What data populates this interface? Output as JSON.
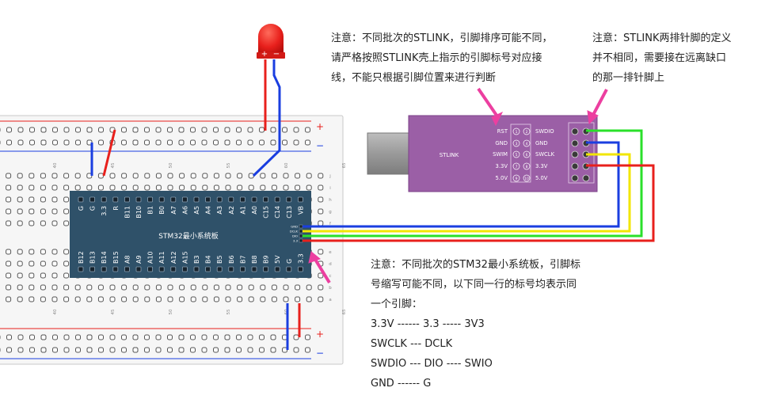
{
  "notes": {
    "top_left": [
      "注意：不同批次的STLINK，引脚排序可能不同，",
      "请严格按照STLINK壳上指示的引脚标号对应接",
      "线，不能只根据引脚位置来进行判断"
    ],
    "top_right": [
      "注意：STLINK两排针脚的定义",
      "并不相同，需要接在远离缺口",
      "的那一排针脚上"
    ],
    "bottom": [
      "注意：不同批次的STM32最小系统板，引脚标",
      "号缩写可能不同，以下同一行的标号均表示同",
      "一个引脚：",
      "3.3V ------ 3.3 ----- 3V3",
      "SWCLK --- DCLK",
      "SWDIO --- DIO ---- SWIO",
      "GND ------ G"
    ]
  },
  "led": {
    "plus": "+",
    "minus": "−"
  },
  "breadboard": {
    "rail_plus": "+",
    "rail_minus": "−",
    "col_numbers": [
      "40",
      "45",
      "50",
      "55",
      "60",
      "65"
    ],
    "row_letters": [
      "j",
      "i",
      "h",
      "g",
      "f",
      "e",
      "d",
      "c",
      "b",
      "a"
    ]
  },
  "stm32": {
    "title": "STM32最小系统板",
    "top_pins": [
      "G",
      "G",
      "3.3",
      "R",
      "B11",
      "B10",
      "B1",
      "B0",
      "A7",
      "A6",
      "A5",
      "A4",
      "A3",
      "A2",
      "A1",
      "A0",
      "C15",
      "C14",
      "C13",
      "VB"
    ],
    "bottom_pins": [
      "B12",
      "B13",
      "B14",
      "B15",
      "A8",
      "A9",
      "A10",
      "A11",
      "A12",
      "A15",
      "B3",
      "B4",
      "B5",
      "B6",
      "B7",
      "B8",
      "B9",
      "5V",
      "G",
      "3.3"
    ],
    "swd_pins": [
      "GND",
      "DCLK",
      "DIO",
      "3.3"
    ]
  },
  "stlink": {
    "name": "STLINK",
    "left_labels": [
      "RST",
      "GND",
      "SWIM",
      "3.3V",
      "5.0V"
    ],
    "right_labels": [
      "SWDIO",
      "GND",
      "SWCLK",
      "3.3V",
      "5.0V"
    ],
    "pin_numbers": [
      "1",
      "2",
      "3",
      "4",
      "5",
      "6",
      "7",
      "8",
      "9",
      "10"
    ]
  },
  "colors": {
    "red": "#e8201c",
    "blue": "#1a3ee0",
    "green": "#2ae02a",
    "yellow": "#f2e600",
    "arrow": "#ec3fa0",
    "stm32_board": "#2f5169",
    "stlink_body": "#9b5fa6",
    "breadboard": "#f6f6f6"
  },
  "icons": [
    "led-icon",
    "usb-connector-icon",
    "arrow-pointer-icon"
  ]
}
